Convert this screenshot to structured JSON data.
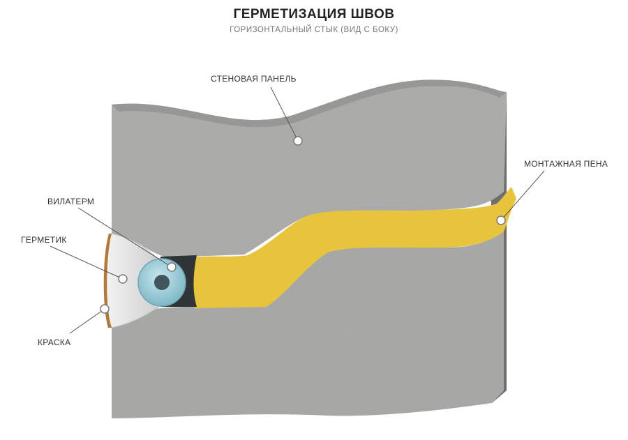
{
  "title": "ГЕРМЕТИЗАЦИЯ ШВОВ",
  "subtitle": "ГОРИЗОНТАЛЬНЫЙ СТЫК (ВИД С БОКУ)",
  "labels": {
    "wall_panel": "СТЕНОВАЯ ПАНЕЛЬ",
    "foam": "МОНТАЖНАЯ ПЕНА",
    "vilaterm": "ВИЛАТЕРМ",
    "sealant": "ГЕРМЕТИК",
    "paint": "КРАСКА"
  },
  "colors": {
    "concrete": "#a9a9a7",
    "concrete_side": "#6e6e6c",
    "foam": "#e8c440",
    "vilaterm": "#9fd2dc",
    "sealant": "#e9e9e9",
    "paint": "#b27a3a"
  }
}
